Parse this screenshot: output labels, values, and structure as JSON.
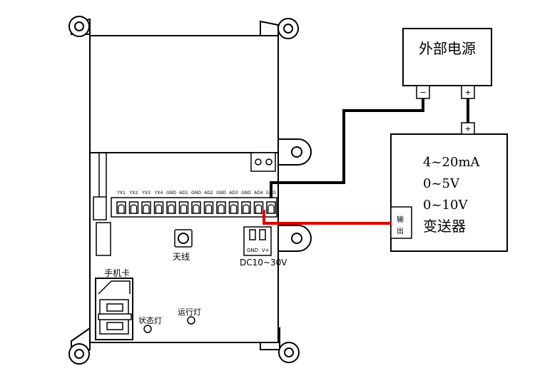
{
  "external_power": {
    "title": "外部电源",
    "neg": "−",
    "pos": "+"
  },
  "transmitter": {
    "pos": "+",
    "ranges": [
      "4~20mA",
      "0~5V",
      "0~10V"
    ],
    "name": "变送器",
    "output_label": [
      "输",
      "出"
    ]
  },
  "device": {
    "terminals": [
      "YX1",
      "YX2",
      "YX3",
      "YX4",
      "GND",
      "AD1",
      "GND",
      "AD2",
      "GND",
      "AD3",
      "GND",
      "AD4",
      "GND"
    ],
    "antenna_label": "天线",
    "power_port": {
      "gnd": "GND",
      "vplus": "V+",
      "label": "DC10~30V"
    },
    "sim_label": "手机卡",
    "status_led_label": "状态灯",
    "run_led_label": "运行灯"
  }
}
